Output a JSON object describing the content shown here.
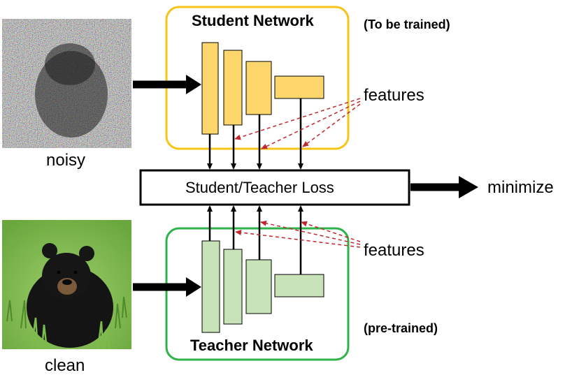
{
  "student": {
    "title": "Student Network",
    "note": "(To be trained)",
    "color": "#f5c518",
    "fill": "#fdd76b"
  },
  "teacher": {
    "title": "Teacher Network",
    "note": "(pre-trained)",
    "color": "#2db34a",
    "fill": "#c7e3b7"
  },
  "loss": {
    "label": "Student/Teacher Loss"
  },
  "output": {
    "label": "minimize"
  },
  "features_label_top": "features",
  "features_label_bottom": "features",
  "images": {
    "noisy_caption": "noisy",
    "clean_caption": "clean"
  },
  "colors": {
    "arrow": "#000000",
    "dashed": "#c0282d"
  }
}
